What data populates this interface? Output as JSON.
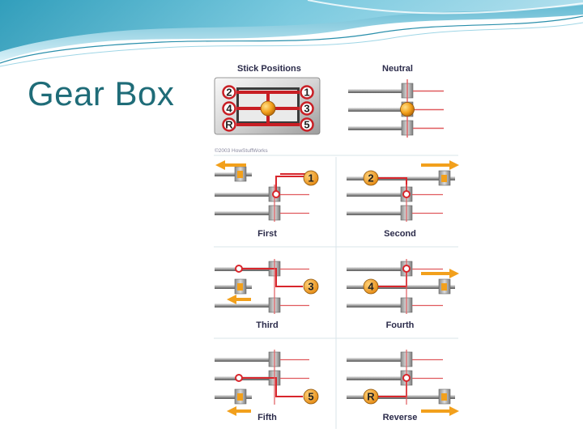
{
  "slide": {
    "title": "Gear Box",
    "colors": {
      "title": "#1f6c78",
      "wave_dark": "#2a9ab8",
      "wave_light": "#bfe6f2"
    }
  },
  "diagram": {
    "copyright": "©2003 HowStuffWorks",
    "stick_panel": {
      "title": "Stick Positions",
      "gears": [
        "2",
        "1",
        "4",
        "3",
        "R",
        "5"
      ]
    },
    "panels": [
      {
        "label": "Neutral"
      },
      {
        "label": "First",
        "gear": "1"
      },
      {
        "label": "Second",
        "gear": "2"
      },
      {
        "label": "Third",
        "gear": "3"
      },
      {
        "label": "Fourth",
        "gear": "4"
      },
      {
        "label": "Fifth",
        "gear": "5"
      },
      {
        "label": "Reverse",
        "gear": "R"
      }
    ],
    "colors": {
      "red": "#d8262c",
      "orange": "#f2a01c",
      "panel_bg": "#ffffff",
      "divider": "#d9e4ea"
    }
  }
}
